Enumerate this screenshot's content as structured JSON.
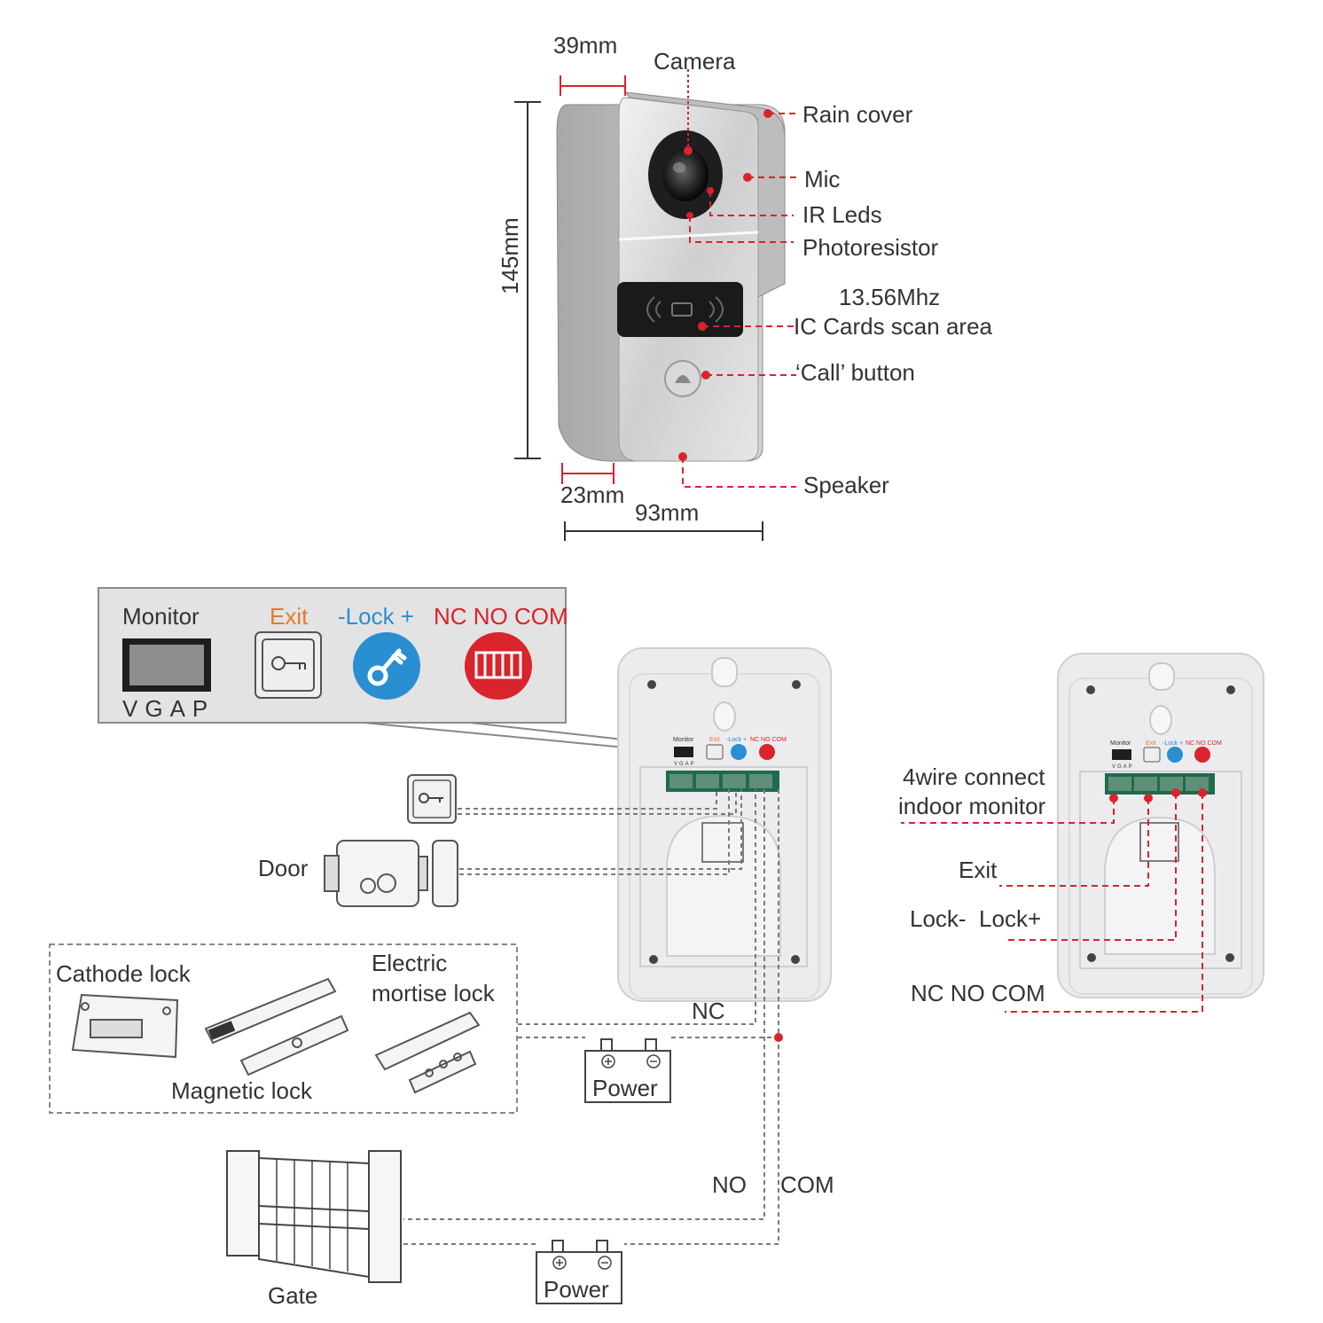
{
  "dimensions": {
    "top_width": "39mm",
    "height": "145mm",
    "depth": "23mm",
    "width": "93mm"
  },
  "parts": {
    "camera": "Camera",
    "rain_cover": "Rain cover",
    "mic": "Mic",
    "ir_leds": "IR Leds",
    "photoresistor": "Photoresistor",
    "ic_freq": "13.56Mhz",
    "ic_area": "IC Cards scan area",
    "call_button": "‘Call’ button",
    "speaker": "Speaker"
  },
  "legend": {
    "monitor": "Monitor",
    "exit": "Exit",
    "lock": "-Lock +",
    "relay": "NC NO COM",
    "vgap": "VGAP"
  },
  "board_mini": {
    "monitor": "Monitor",
    "exit": "Exit",
    "lock": "-Lock +",
    "relay": "NC NO COM",
    "vgap": "VGAP"
  },
  "wiring_left": {
    "door": "Door",
    "cathode_lock": "Cathode lock",
    "electric_mortise_line1": "Electric",
    "electric_mortise_line2": "mortise lock",
    "magnetic_lock": "Magnetic lock",
    "nc": "NC",
    "no": "NO",
    "com": "COM",
    "power1": "Power",
    "power2": "Power",
    "gate": "Gate"
  },
  "wiring_right": {
    "monitor_line1": "4wire connect",
    "monitor_line2": "indoor monitor",
    "exit": "Exit",
    "lock": "Lock-  Lock+",
    "relay": "NC NO COM"
  },
  "colors": {
    "accent_red": "#d9232d",
    "exit_orange": "#e8792b",
    "lock_blue": "#2a8fd0",
    "relay_red": "#d9232d"
  }
}
